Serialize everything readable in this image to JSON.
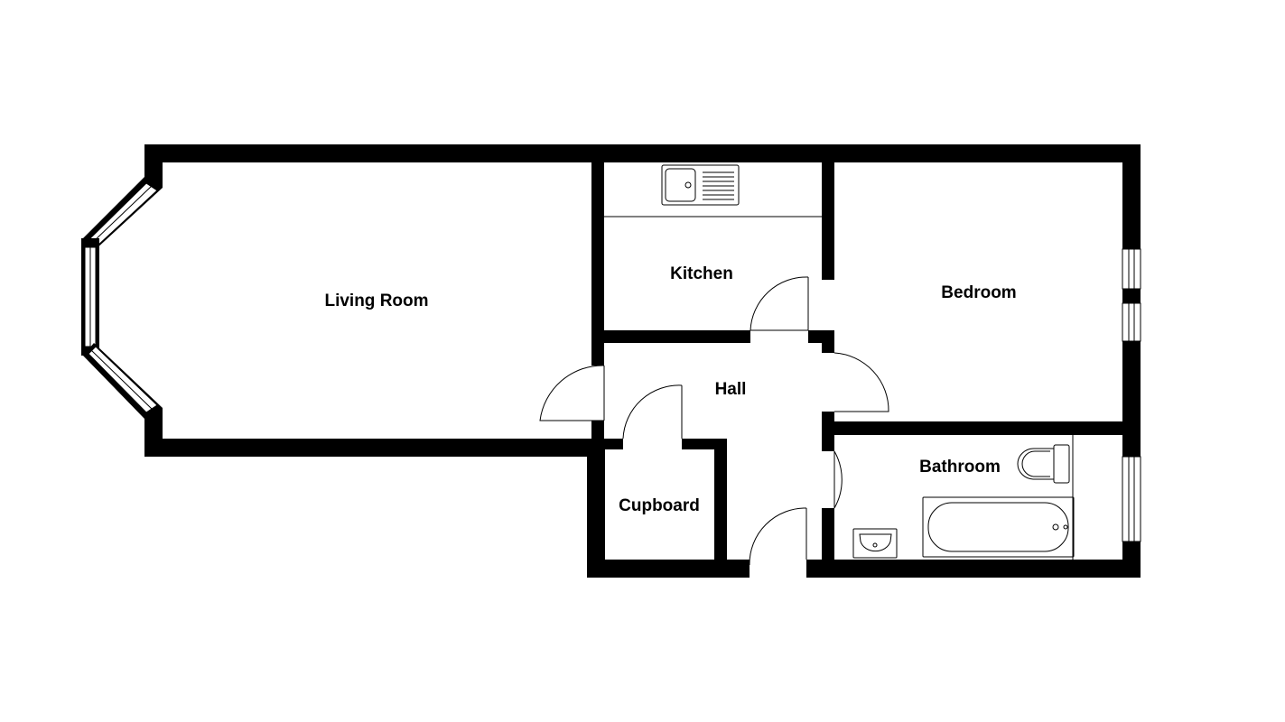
{
  "rooms": {
    "living_room": "Living Room",
    "kitchen": "Kitchen",
    "bedroom": "Bedroom",
    "hall": "Hall",
    "bathroom": "Bathroom",
    "cupboard": "Cupboard"
  },
  "colors": {
    "wall": "#000000",
    "fixture": "#222222",
    "background": "#ffffff"
  }
}
